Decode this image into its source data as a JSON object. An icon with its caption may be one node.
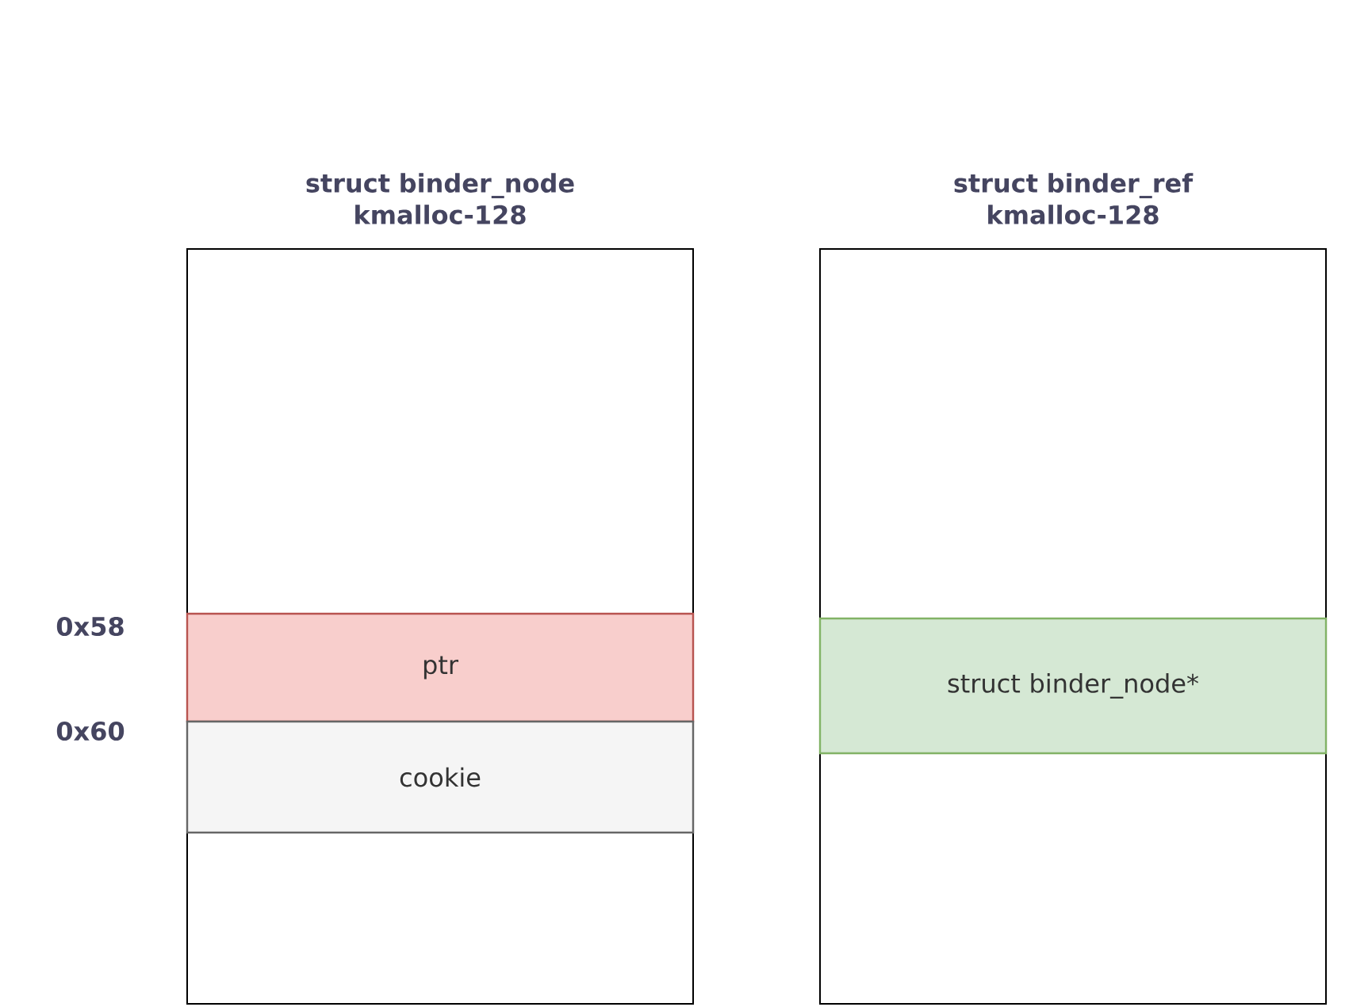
{
  "diagram": {
    "nodes": [
      {
        "text": [
          "struct binder_node kmalloc-128"
        ]
      },
      {
        "text": [
          "ptr"
        ],
        "in": 0
      },
      {
        "text": [
          "cookie"
        ],
        "in": 0
      },
      {
        "text": [
          "struct binder_ref kmalloc-128"
        ]
      },
      {
        "text": [
          "struct binder_node*"
        ],
        "in": 3
      }
    ],
    "labels": [
      "0x58",
      "0x60"
    ]
  }
}
